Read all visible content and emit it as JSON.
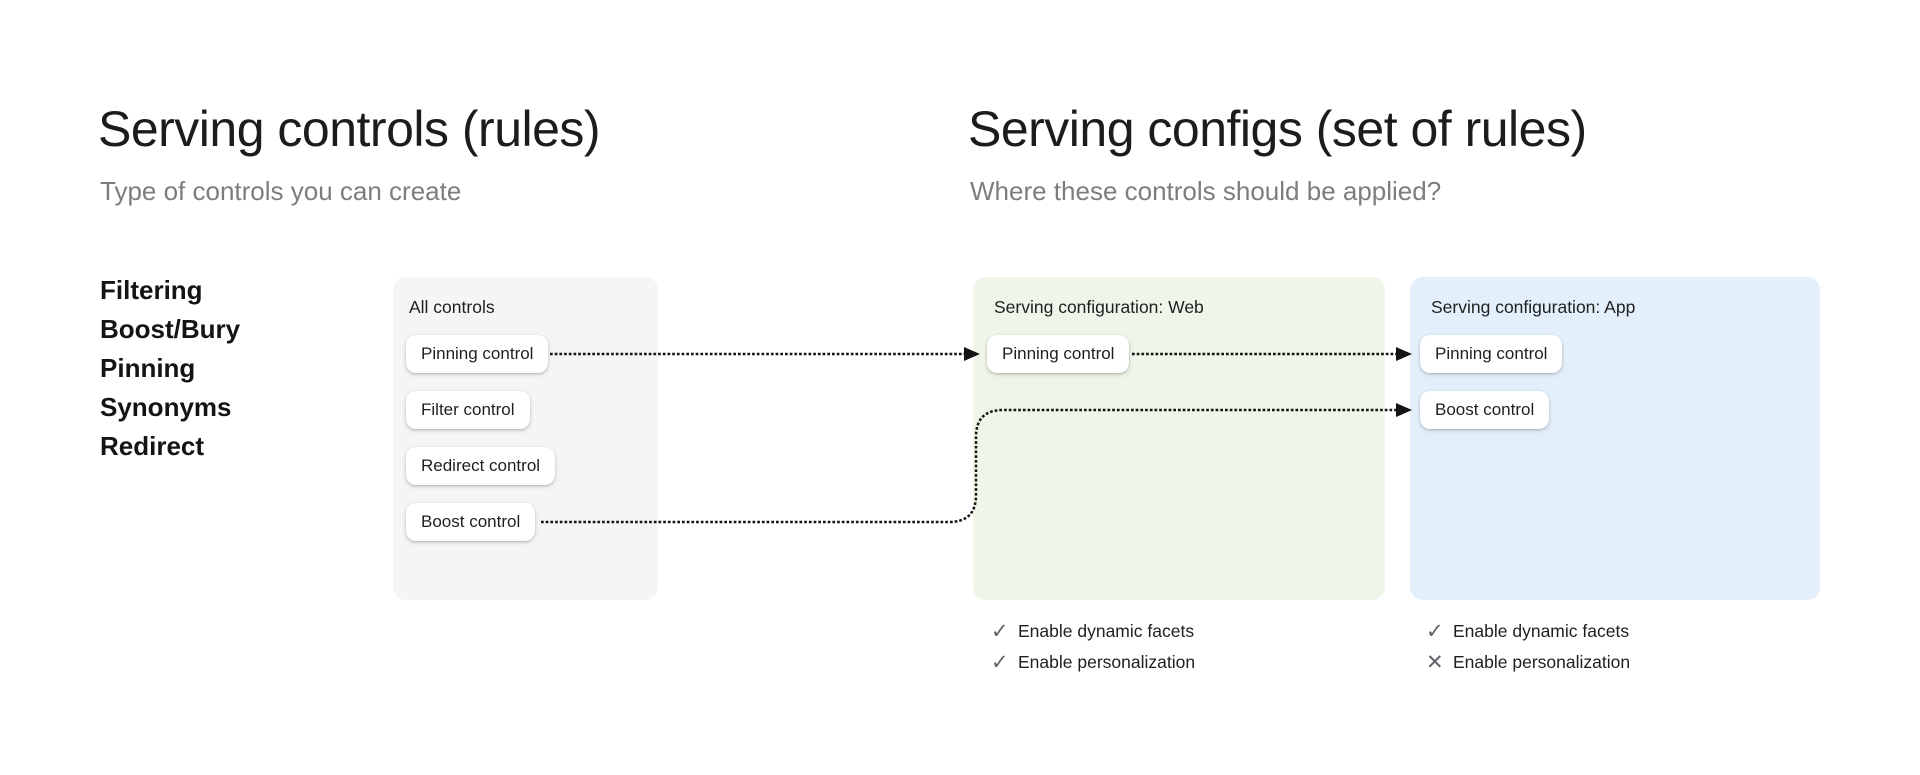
{
  "left_section": {
    "title": "Serving controls (rules)",
    "subtitle": "Type of controls you can create",
    "control_types": [
      "Filtering",
      "Boost/Bury",
      "Pinning",
      "Synonyms",
      "Redirect"
    ],
    "all_controls_card": {
      "title": "All controls",
      "controls": [
        "Pinning control",
        "Filter control",
        "Redirect control",
        "Boost control"
      ]
    }
  },
  "right_section": {
    "title": "Serving configs (set of rules)",
    "subtitle": "Where these controls should be applied?",
    "web_config": {
      "title": "Serving configuration: Web",
      "controls": [
        "Pinning control"
      ],
      "features": [
        {
          "icon": "check",
          "label": "Enable dynamic facets"
        },
        {
          "icon": "check",
          "label": "Enable personalization"
        }
      ]
    },
    "app_config": {
      "title": "Serving configuration: App",
      "controls": [
        "Pinning control",
        "Boost control"
      ],
      "features": [
        {
          "icon": "check",
          "label": "Enable dynamic facets"
        },
        {
          "icon": "cross",
          "label": "Enable personalization"
        }
      ]
    }
  },
  "icons": {
    "check": "✓",
    "cross": "✕"
  },
  "colors": {
    "all_controls_card_bg": "#f5f5f6",
    "web_card_bg": "#eef5e9",
    "app_card_bg": "#e3f0fb",
    "arrow": "#141414",
    "feature_icon": "#5f6368",
    "subtitle_text": "#7b7e81",
    "heading_text": "#1c1c1c"
  }
}
